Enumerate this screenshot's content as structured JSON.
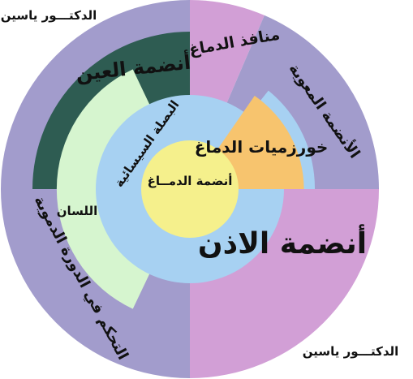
{
  "signature": {
    "top": "الدكتـــور ياسين",
    "bottom": "الدكتـــور ياسين"
  },
  "rings": {
    "outer": [
      {
        "label": "منافذ الدماغ",
        "color": "#d29fd6"
      },
      {
        "label": "الأنضمة المعوية",
        "color": "#a29ccc"
      },
      {
        "label": "أنضمة الاذن",
        "color": "#d29fd6"
      },
      {
        "label": "التحكم في الدورة الدموية",
        "color": "#a29ccc"
      }
    ],
    "middle": [
      {
        "label": "أنضمة العين",
        "color": "#2e5c52"
      },
      {
        "label": "اللسان",
        "color": "#d6f5cf"
      }
    ],
    "inner": [
      {
        "label": "خورزميات الدماغ",
        "color": "#f7c46e"
      },
      {
        "label": "البصلة السيسائية",
        "color": "#a7d1f2"
      }
    ],
    "core": {
      "label": "أنضمة الدمــاغ",
      "color": "#f5f08c"
    }
  }
}
